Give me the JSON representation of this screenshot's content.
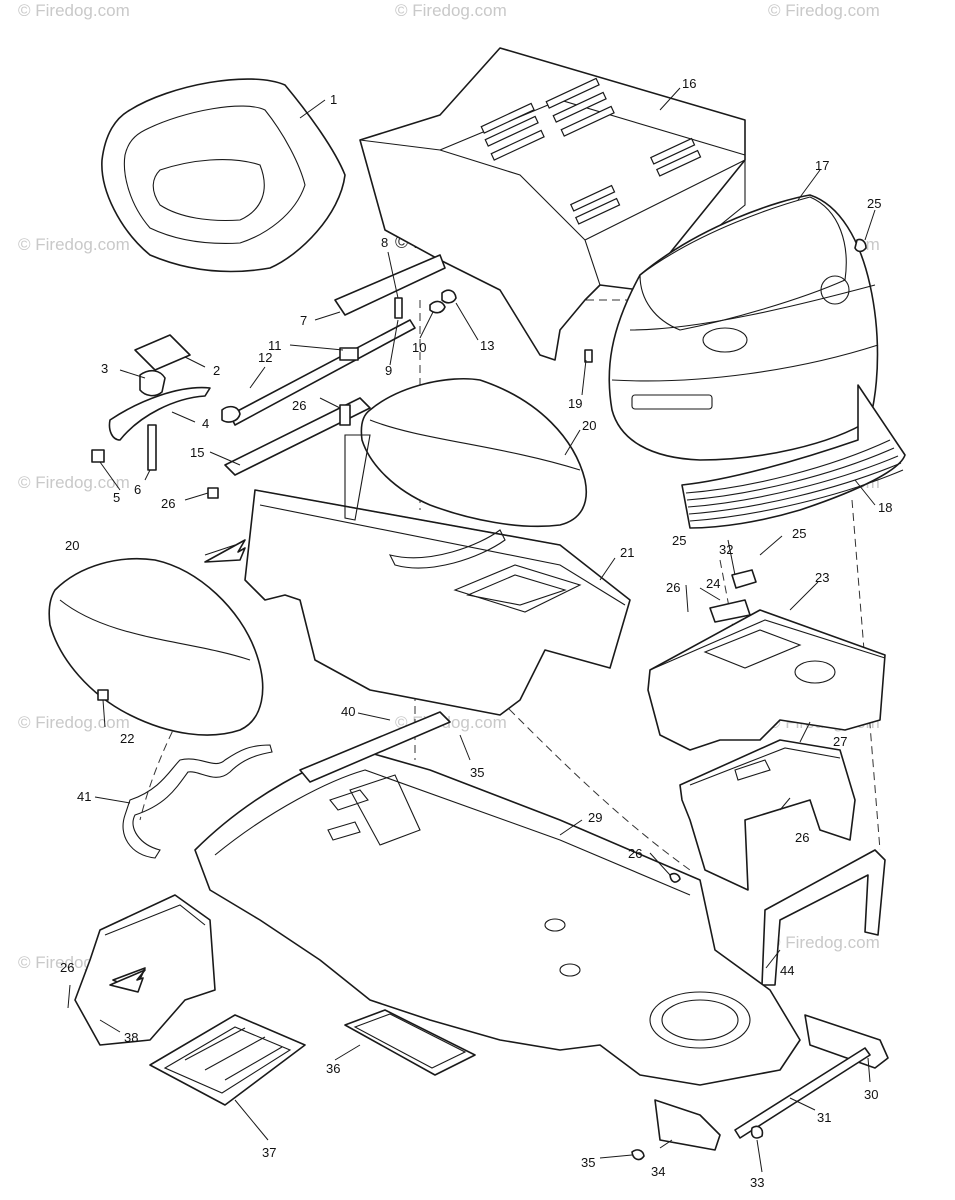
{
  "watermark": {
    "main": "© Firedog.com",
    "repeat": "© Firedog.com"
  },
  "callouts": [
    {
      "id": "c1",
      "text": "1"
    },
    {
      "id": "c2",
      "text": "2"
    },
    {
      "id": "c3",
      "text": "3"
    },
    {
      "id": "c4",
      "text": "4"
    },
    {
      "id": "c5",
      "text": "5"
    },
    {
      "id": "c6",
      "text": "6"
    },
    {
      "id": "c7",
      "text": "7"
    },
    {
      "id": "c8",
      "text": "8"
    },
    {
      "id": "c9",
      "text": "9"
    },
    {
      "id": "c10",
      "text": "10"
    },
    {
      "id": "c11",
      "text": "11"
    },
    {
      "id": "c12",
      "text": "12"
    },
    {
      "id": "c13",
      "text": "13"
    },
    {
      "id": "c15",
      "text": "15"
    },
    {
      "id": "c16",
      "text": "16"
    },
    {
      "id": "c17",
      "text": "17"
    },
    {
      "id": "c18",
      "text": "18"
    },
    {
      "id": "c19",
      "text": "19"
    },
    {
      "id": "c20a",
      "text": "20"
    },
    {
      "id": "c20b",
      "text": "20"
    },
    {
      "id": "c21",
      "text": "21"
    },
    {
      "id": "c22",
      "text": "22"
    },
    {
      "id": "c23",
      "text": "23"
    },
    {
      "id": "c24",
      "text": "24"
    },
    {
      "id": "c25a",
      "text": "25"
    },
    {
      "id": "c25b",
      "text": "25"
    },
    {
      "id": "c25c",
      "text": "25"
    },
    {
      "id": "c26a",
      "text": "26"
    },
    {
      "id": "c26b",
      "text": "26"
    },
    {
      "id": "c26c",
      "text": "26"
    },
    {
      "id": "c26d",
      "text": "26"
    },
    {
      "id": "c26e",
      "text": "26"
    },
    {
      "id": "c26f",
      "text": "26"
    },
    {
      "id": "c27",
      "text": "27"
    },
    {
      "id": "c29",
      "text": "29"
    },
    {
      "id": "c30",
      "text": "30"
    },
    {
      "id": "c31",
      "text": "31"
    },
    {
      "id": "c32",
      "text": "32"
    },
    {
      "id": "c33",
      "text": "33"
    },
    {
      "id": "c34",
      "text": "34"
    },
    {
      "id": "c35a",
      "text": "35"
    },
    {
      "id": "c35b",
      "text": "35"
    },
    {
      "id": "c36",
      "text": "36"
    },
    {
      "id": "c37",
      "text": "37"
    },
    {
      "id": "c38",
      "text": "38"
    },
    {
      "id": "c40",
      "text": "40"
    },
    {
      "id": "c41",
      "text": "41"
    },
    {
      "id": "c44",
      "text": "44"
    }
  ]
}
